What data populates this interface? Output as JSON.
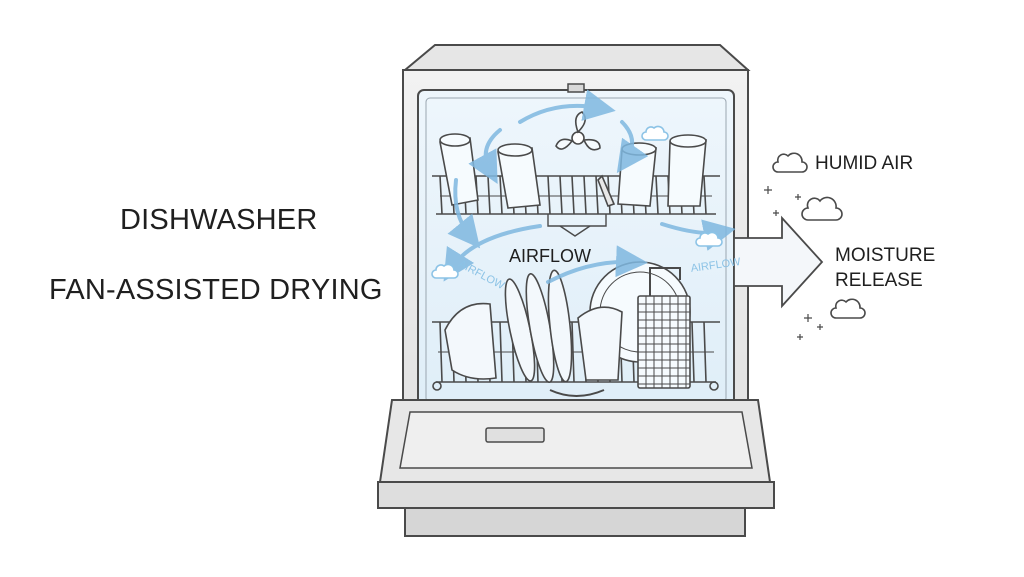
{
  "title": {
    "line1": "DISHWASHER",
    "line2": "FAN-ASSISTED DRYING"
  },
  "labels": {
    "airflow_center": "AIRFLOW",
    "airflow_left": "AIRFLOW",
    "airflow_right": "AIRFLOW",
    "humid_air": "HUMID AIR",
    "moisture_release": "MOISTURE\nRELEASE"
  },
  "colors": {
    "outline": "#4a4a4a",
    "cabinet_fill": "#ebebeb",
    "tub_fill": "#eaf4fb",
    "airflow": "#7fb8e0",
    "arrow_fill": "#f4f7fa"
  }
}
